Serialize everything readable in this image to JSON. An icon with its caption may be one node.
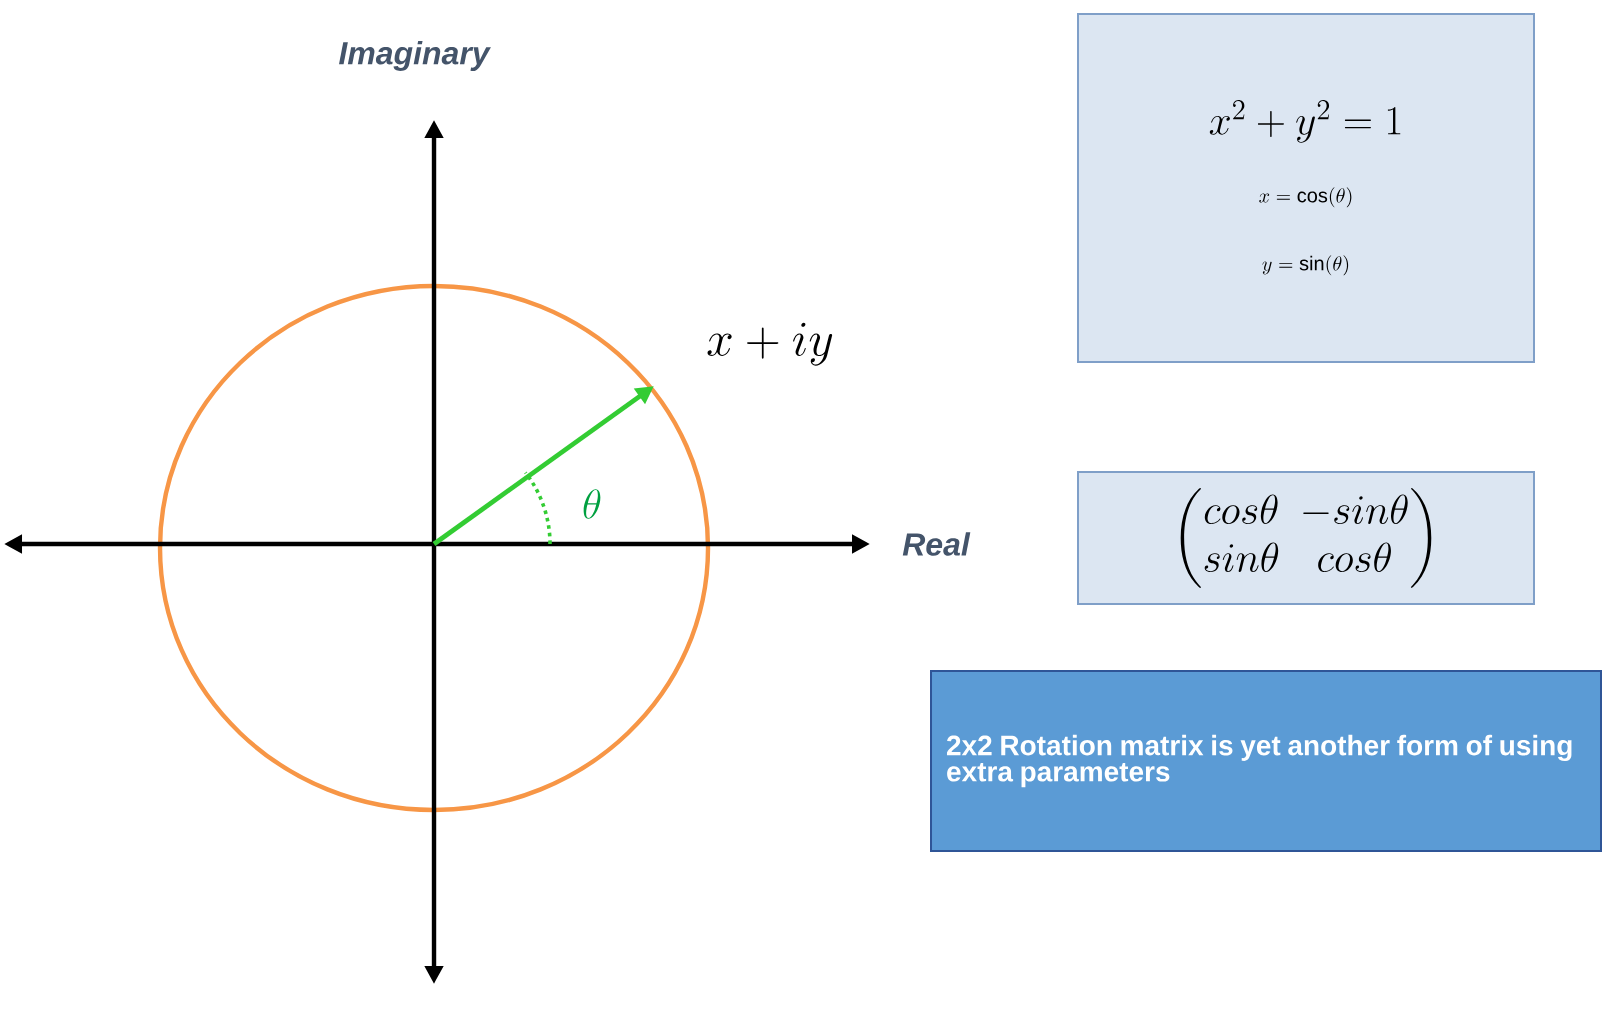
{
  "diagram": {
    "nodes": [
      {
        "text": [
          "x^2 + y^2 = 1",
          "x = \\cos(\\theta)",
          "y = \\sin(\\theta)"
        ]
      },
      {
        "text": [
          "\\begin{pmatrix} cos\\theta & -sin\\theta \\\\ sin\\theta & cos\\theta \\end{pmatrix}"
        ]
      },
      {
        "text": [
          "2x2 Rotation matrix is yet another form of using extra parameters"
        ]
      }
    ],
    "edges": [],
    "labels": [
      "Imaginary",
      "Real",
      "x + iy",
      "\\theta"
    ]
  }
}
